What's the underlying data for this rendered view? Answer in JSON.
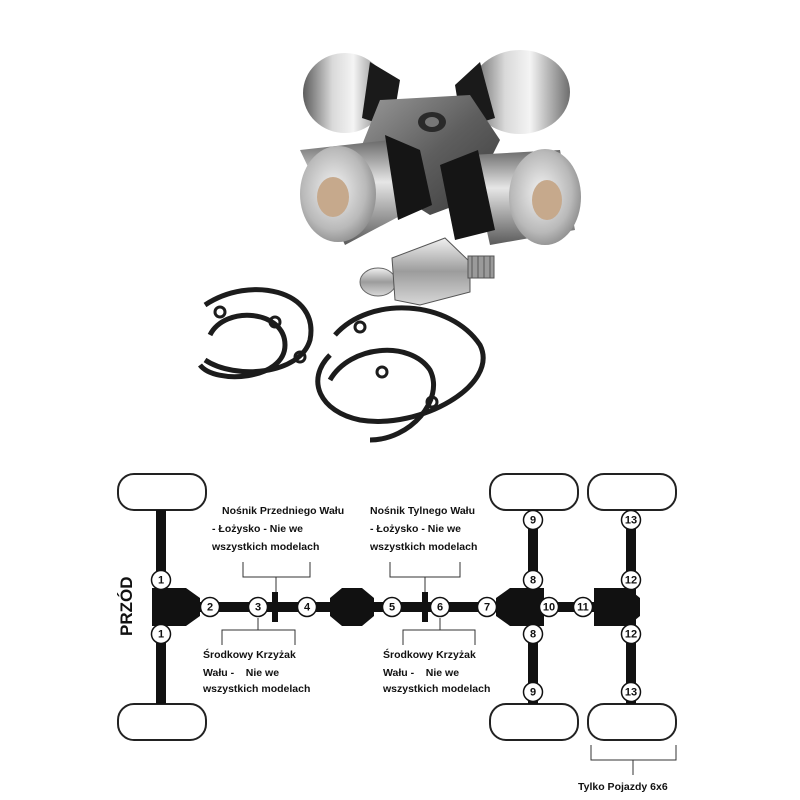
{
  "diagram": {
    "front_label": "PRZÓD",
    "front_carrier_label": [
      "Nośnik Przedniego Wału",
      "- Łożysko - Nie we",
      "wszystkich modelach"
    ],
    "rear_carrier_label": [
      "Nośnik Tylnego Wału",
      "- Łożysko - Nie we",
      "wszystkich modelach"
    ],
    "center_joint_left_label": [
      "Środkowy Krzyżak",
      "Wału -    Nie we",
      "wszystkich modelach"
    ],
    "center_joint_right_label": [
      "Środkowy Krzyżak",
      "Wału -    Nie we",
      "wszystkich modelach"
    ],
    "six_by_six_label": "Tylko Pojazdy 6x6",
    "points": {
      "front_top": "1",
      "front_bottom": "1",
      "p2": "2",
      "p3": "3",
      "p4": "4",
      "p5": "5",
      "p6": "6",
      "p7": "7",
      "rear_upper_top": "9",
      "rear_upper_mid": "8",
      "rear_lower_mid": "8",
      "rear_lower_bottom": "9",
      "p10": "10",
      "p11": "11",
      "third_top": "13",
      "third_upper_mid": "12",
      "third_lower_mid": "12",
      "third_bottom": "13"
    }
  }
}
